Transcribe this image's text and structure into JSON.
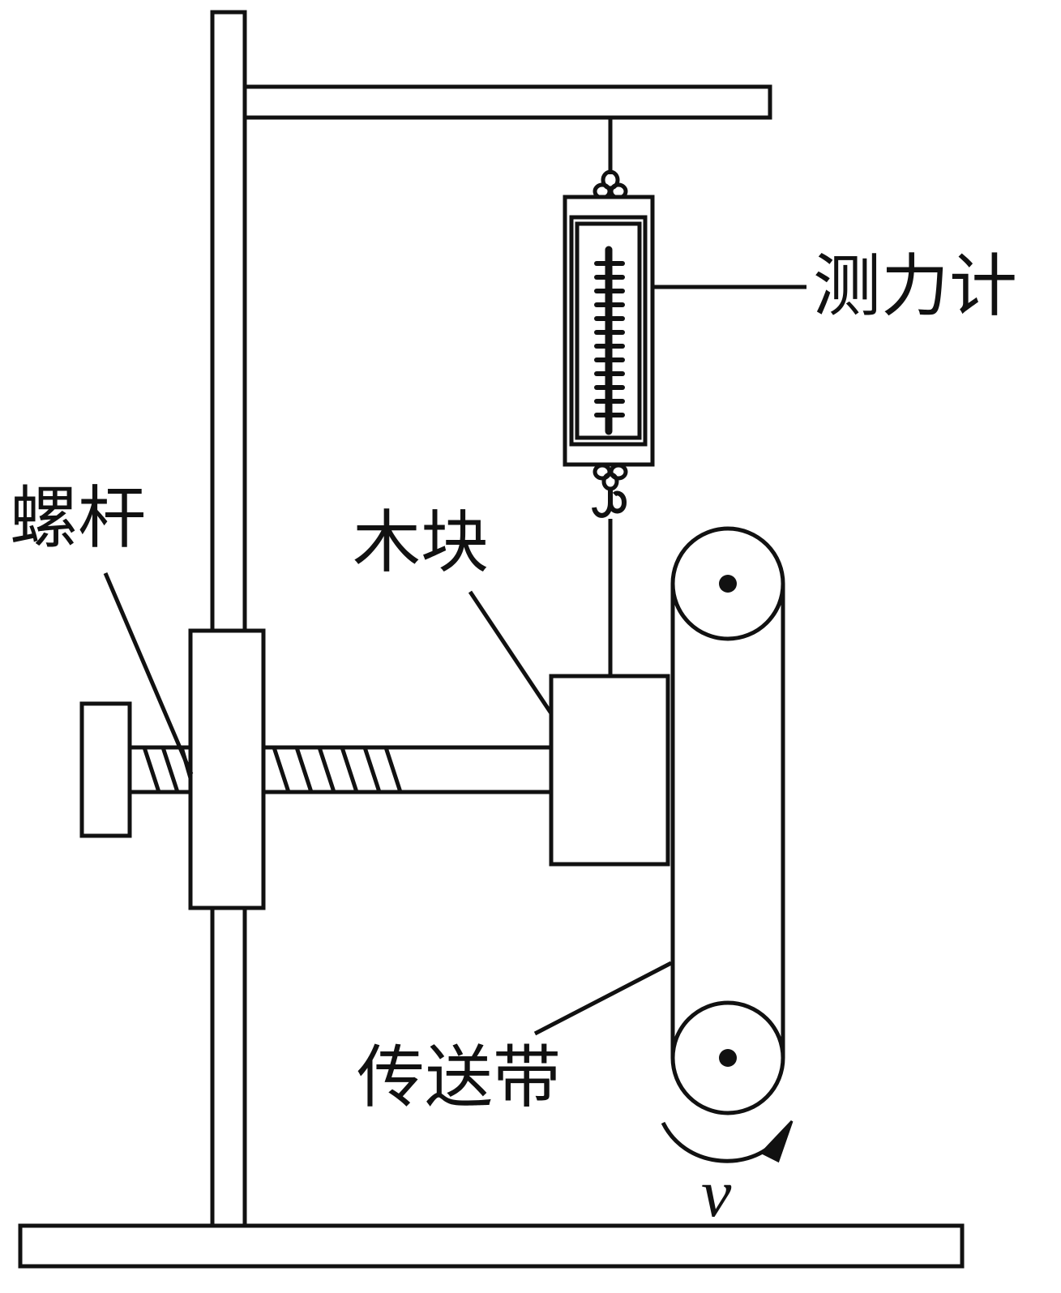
{
  "labels": {
    "force_gauge": "测力计",
    "screw_rod": "螺杆",
    "wood_block": "木块",
    "conveyor_belt": "传送带",
    "velocity": "v"
  },
  "colors": {
    "stroke": "#111111",
    "background": "#ffffff"
  }
}
